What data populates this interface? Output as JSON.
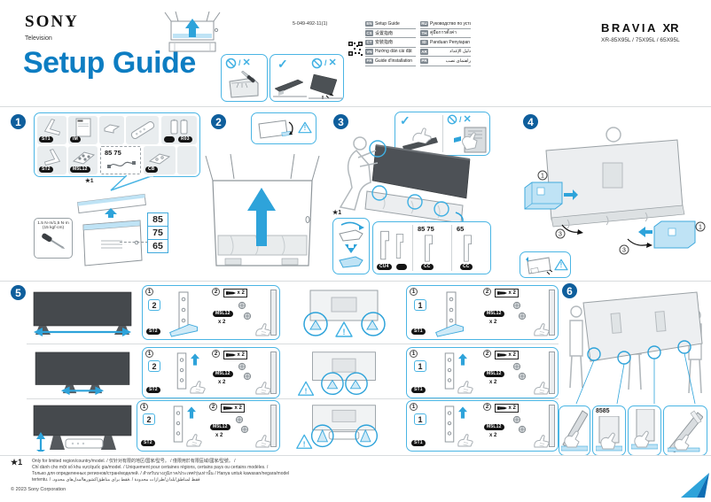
{
  "header": {
    "brand": "SONY",
    "division": "Television",
    "title": "Setup Guide",
    "doc_number": "5-049-492-11(1)",
    "logo_bravia": "BRAVIA",
    "logo_xr": "XR",
    "models": "XR-85X95L / 75X95L / 65X95L"
  },
  "languages": {
    "col1": [
      {
        "code": "EN",
        "label": "Setup Guide"
      },
      {
        "code": "CS",
        "label": "设置指南"
      },
      {
        "code": "CT",
        "label": "安裝指南"
      },
      {
        "code": "VN",
        "label": "Hướng dẫn cài đặt"
      },
      {
        "code": "FR",
        "label": "Guide d'installation"
      }
    ],
    "col2": [
      {
        "code": "RU",
        "label": "Руководство по установке"
      },
      {
        "code": "TH",
        "label": "คู่มือการตั้งค่า"
      },
      {
        "code": "ID",
        "label": "Panduan Penyiapan"
      },
      {
        "code": "AR",
        "label": "دليل الإعداد"
      },
      {
        "code": "PR",
        "label": "راهنمای نصب"
      }
    ]
  },
  "steps": [
    "1",
    "2",
    "3",
    "4",
    "5",
    "6"
  ],
  "panel_nums": {
    "n1": "1",
    "n2": "2",
    "n3": "3"
  },
  "icons": {
    "check": "✓",
    "cross": "✕",
    "slash": "/",
    "warning": "!"
  },
  "step1": {
    "badges": {
      "st1": "ST1",
      "im": "IM",
      "st2": "ST2",
      "screws": "M5L12",
      "cb": "CB",
      "battery": "R03"
    },
    "cord_sizes": "85 75",
    "footnote_ref": "★1",
    "size_list": [
      "85",
      "75",
      "65"
    ],
    "torque_line1": "1.5 N·m/1,5 N·m",
    "torque_line2": "(15 kgf·cm)"
  },
  "step3": {
    "footnote_ref": "★1",
    "foam_badge": "CU4",
    "foam_badge2": "CC",
    "foam_badge3": "CC",
    "sizes_large": "85 75",
    "sizes_small": "65"
  },
  "step5": {
    "screw_qty": "x 2",
    "screw_badge": "M5L12",
    "rows": [
      {
        "l_marker": "2",
        "l_badge": "ST2",
        "r_marker": "1",
        "r_badge": "ST1"
      },
      {
        "l_marker": "2",
        "l_badge": "ST2",
        "r_marker": "1",
        "r_badge": "ST1"
      },
      {
        "l_marker": "2",
        "l_badge": "ST2",
        "r_marker": "1",
        "r_badge": "ST1"
      }
    ]
  },
  "step6": {
    "size_label": "8585"
  },
  "footnote": {
    "ref": "★1",
    "line1": "Only for limited region/country/model. / 仅针对有限的地区/国家/型号。 / 僅限用於有限區域/國家/型號。 /",
    "line2": "Chỉ dành cho một số khu vực/quốc gia/model. / Uniquement pour certaines régions, certains pays ou certains modèles. /",
    "line3": "Только для определенных регионов/стран/моделей. / สำหรับบางภูมิภาค/ประเทศ/รุ่นเท่านั้น / Hanya untuk kawasan/negara/model",
    "line4": "tertentu. / .فقط لمناطق/بلدان/طرازات محدودة / .فقط برای مناطق/کشورها/مدل‌های محدود"
  },
  "copyright": "© 2023 Sony Corporation",
  "colors": {
    "accent": "#2EA3DA",
    "box_border": "#4AB5E4",
    "title_blue": "#0D7DC2",
    "step_badge": "#0E5E9C"
  }
}
